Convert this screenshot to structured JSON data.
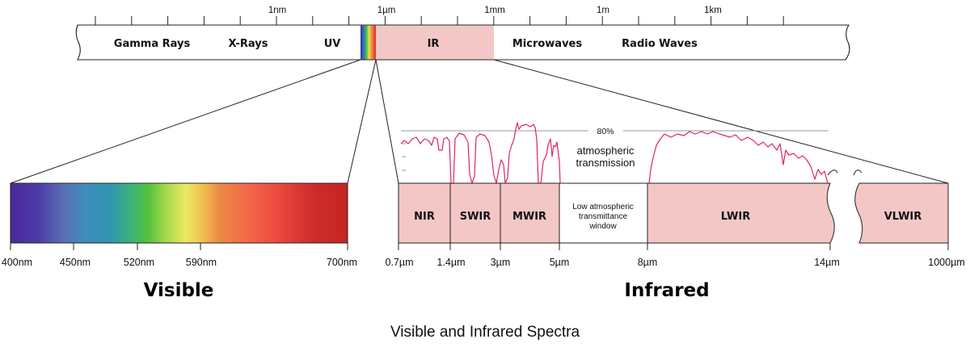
{
  "top_bar": {
    "scale_labels": [
      "1nm",
      "1µm",
      "1mm",
      "1m",
      "1km"
    ],
    "bands": [
      "Gamma Rays",
      "X-Rays",
      "UV",
      "IR",
      "Microwaves",
      "Radio Waves"
    ]
  },
  "visible": {
    "ticks": [
      "400nm",
      "450nm",
      "520nm",
      "590nm",
      "700nm"
    ],
    "heading": "Visible"
  },
  "infrared": {
    "segments": [
      "NIR",
      "SWIR",
      "MWIR",
      "LWIR",
      "VLWIR"
    ],
    "window_label": [
      "Low atmospheric",
      "transmittance",
      "window"
    ],
    "ticks": [
      "0.7µm",
      "1.4µm",
      "3µm",
      "5µm",
      "8µm",
      "14µm",
      "1000µm"
    ],
    "heading": "Infrared",
    "transmission_label": [
      "atmospheric",
      "transmission"
    ],
    "reference_line_label": "80%"
  },
  "caption": "Visible and Infrared Spectra",
  "colors": {
    "ir_fill": "#f4c7c7",
    "transmission_curve": "#e0245e",
    "outline": "#222222",
    "spectrum_violet": "#4b2a9a",
    "spectrum_red": "#c42424"
  }
}
